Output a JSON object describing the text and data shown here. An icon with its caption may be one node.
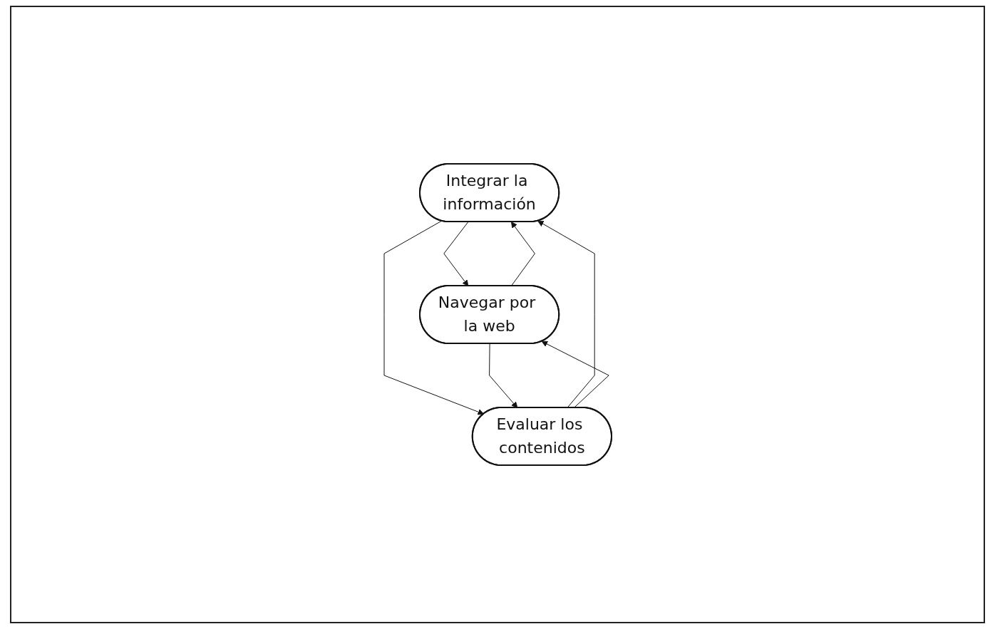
{
  "diagram": {
    "nodes": [
      {
        "text": [
          "Integrar la información"
        ]
      },
      {
        "text": [
          "Navegar por la web"
        ]
      },
      {
        "text": [
          "Evaluar los contenidos"
        ]
      }
    ],
    "edges": [
      {
        "from": 1,
        "to": 0,
        "arrow": "to"
      },
      {
        "from": 0,
        "to": 1,
        "arrow": "to"
      },
      {
        "from": 0,
        "to": 2,
        "arrow": "to"
      },
      {
        "from": 2,
        "to": 0,
        "arrow": "to"
      },
      {
        "from": 2,
        "to": 1,
        "arrow": "to"
      },
      {
        "from": 1,
        "to": 2,
        "arrow": "to"
      }
    ]
  }
}
